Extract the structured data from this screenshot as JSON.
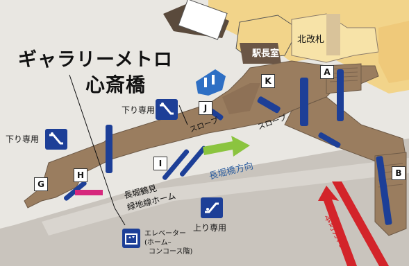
{
  "title": {
    "line1": "ギャラリーメトロ",
    "line2": "心斎橋"
  },
  "rooms": {
    "station_master": "駅長室",
    "north_gate": "北改札"
  },
  "exits": [
    "A",
    "B",
    "G",
    "H",
    "I",
    "J",
    "K"
  ],
  "escalator_labels": {
    "down_left": "下り専用",
    "down_top": "下り専用",
    "up": "上り専用"
  },
  "slope_labels": {
    "left": "スロープ",
    "right": "スロープ"
  },
  "platform_label": {
    "line1": "長堀鶴見",
    "line2": "緑地線ホーム"
  },
  "direction_labels": {
    "nagahoribashi": "長堀橋方向",
    "honmachi": "本町方向"
  },
  "elevator_label": {
    "line1": "エレベーター",
    "line2": "(ホーム–",
    "line3": "コンコース階)"
  },
  "icons": [
    "escalator-down-icon",
    "escalator-up-icon",
    "elevator-icon",
    "restroom-icon",
    "green-arrow-icon",
    "red-arrow-icon"
  ],
  "colors": {
    "concourse": "#9a7d5f",
    "platform": "#c9c4bd",
    "gate_area": "#f2d48a",
    "escalator": "#1d3f97",
    "green_arrow": "#8bc43f",
    "red_arrow": "#d3242a",
    "elevator_marker": "#d6287d"
  }
}
